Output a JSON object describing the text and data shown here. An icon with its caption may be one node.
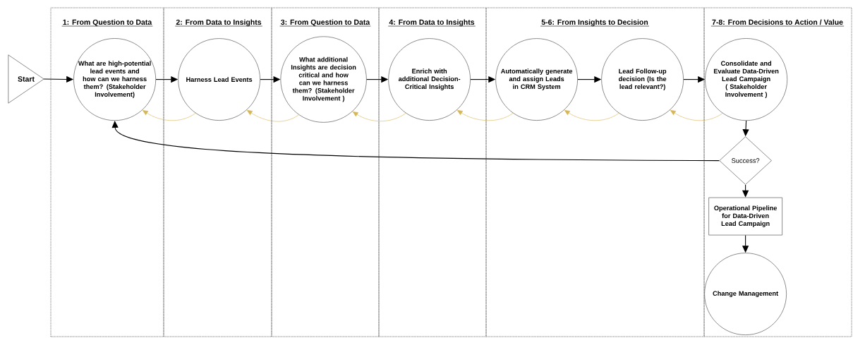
{
  "diagram": {
    "nodes": [
      {
        "text": [
          "Start"
        ]
      },
      {
        "text": [
          "1: From Question to Data"
        ]
      },
      {
        "text": [
          "What are high-potential lead events and how can we harness them? (Stakeholder Involvement)"
        ],
        "in": 1
      },
      {
        "text": [
          "2: From Data to Insights"
        ]
      },
      {
        "text": [
          "Harness Lead Events"
        ],
        "in": 3
      },
      {
        "text": [
          "3: From Question to Data"
        ]
      },
      {
        "text": [
          "What additional Insights are decision critical and how can we harness them? (Stakeholder Involvement )"
        ],
        "in": 5
      },
      {
        "text": [
          "4: From Data to Insights"
        ]
      },
      {
        "text": [
          "Enrich with additional Decision-Critical Insights"
        ],
        "in": 7
      },
      {
        "text": [
          "5-6: From Insights to Decision"
        ]
      },
      {
        "text": [
          "Automatically generate and assign Leads in CRM System"
        ],
        "in": 9
      },
      {
        "text": [
          "Lead Follow-up decision (Is the lead relevant?)"
        ],
        "in": 9
      },
      {
        "text": [
          "7-8: From Decisions to Action / Value"
        ]
      },
      {
        "text": [
          "Consolidate and Evaluate Data-Driven Lead Campaign ( Stakeholder Involvement )"
        ],
        "in": 12
      },
      {
        "text": [
          "Success?"
        ],
        "in": 12
      },
      {
        "text": [
          "Operational Pipeline for Data-Driven Lead Campaign"
        ],
        "in": 12
      },
      {
        "text": [
          "Change Management"
        ],
        "in": 12
      }
    ],
    "edges": [
      {
        "from": 0,
        "to": 2,
        "arrow": "to"
      },
      {
        "from": 2,
        "to": 4,
        "arrow": "to"
      },
      {
        "from": 4,
        "to": 6,
        "arrow": "to"
      },
      {
        "from": 6,
        "to": 8,
        "arrow": "to"
      },
      {
        "from": 8,
        "to": 10,
        "arrow": "to"
      },
      {
        "from": 10,
        "to": 11,
        "arrow": "to"
      },
      {
        "from": 11,
        "to": 13,
        "arrow": "to"
      },
      {
        "from": 13,
        "to": 14,
        "arrow": "to"
      },
      {
        "from": 14,
        "to": 15,
        "arrow": "to"
      },
      {
        "from": 15,
        "to": 16,
        "arrow": "to"
      },
      {
        "from": 14,
        "to": 2,
        "arrow": "to"
      },
      {
        "from": 4,
        "to": 2,
        "arrow": "to",
        "color": "#d6b656"
      },
      {
        "from": 6,
        "to": 4,
        "arrow": "to",
        "color": "#d6b656"
      },
      {
        "from": 8,
        "to": 6,
        "arrow": "to",
        "color": "#d6b656"
      },
      {
        "from": 10,
        "to": 8,
        "arrow": "to",
        "color": "#d6b656"
      },
      {
        "from": 11,
        "to": 10,
        "arrow": "to",
        "color": "#d6b656"
      },
      {
        "from": 13,
        "to": 11,
        "arrow": "to",
        "color": "#d6b656"
      }
    ]
  }
}
